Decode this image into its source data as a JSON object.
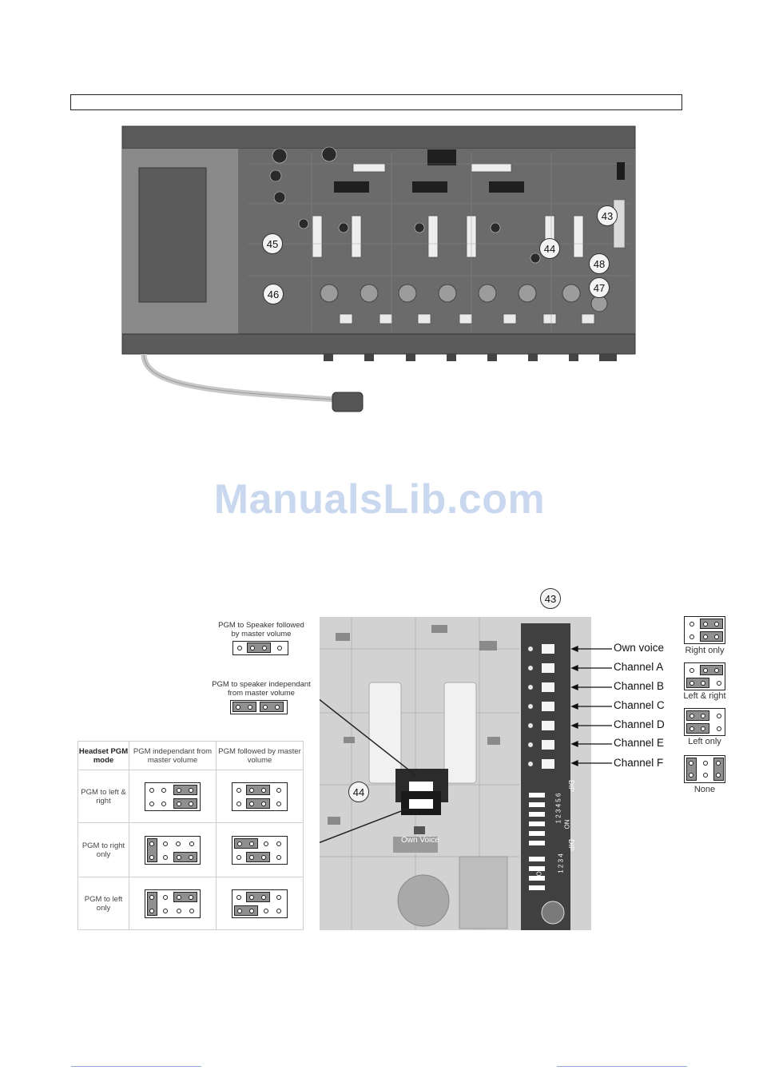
{
  "top_figure": {
    "callouts": [
      "43",
      "44",
      "45",
      "46",
      "47",
      "48"
    ]
  },
  "watermark": "ManualsLib.com",
  "detail_figure": {
    "callouts": [
      "43",
      "44"
    ],
    "jumper_top_label": "PGM to Speaker followed by master volume",
    "jumper_mid_label": "PGM to speaker independant from master volume",
    "board_silkscreen": {
      "own_voice": "Own Voice",
      "dip6": [
        "DIP",
        "1 2 3 4 5 6",
        "ON"
      ],
      "dip4": [
        "DIP",
        "1 2 3 4",
        "ON"
      ]
    },
    "channel_labels": [
      "Own voice",
      "Channel A",
      "Channel B",
      "Channel C",
      "Channel D",
      "Channel E",
      "Channel F"
    ],
    "legend": [
      "Right only",
      "Left & right",
      "Left only",
      "None"
    ]
  },
  "pgm_table": {
    "corner": "Headset PGM mode",
    "col_headers": [
      "PGM independant from master volume",
      "PGM followed by master volume"
    ],
    "rows": [
      "PGM to left & right",
      "PGM to right only",
      "PGM to left only"
    ]
  }
}
